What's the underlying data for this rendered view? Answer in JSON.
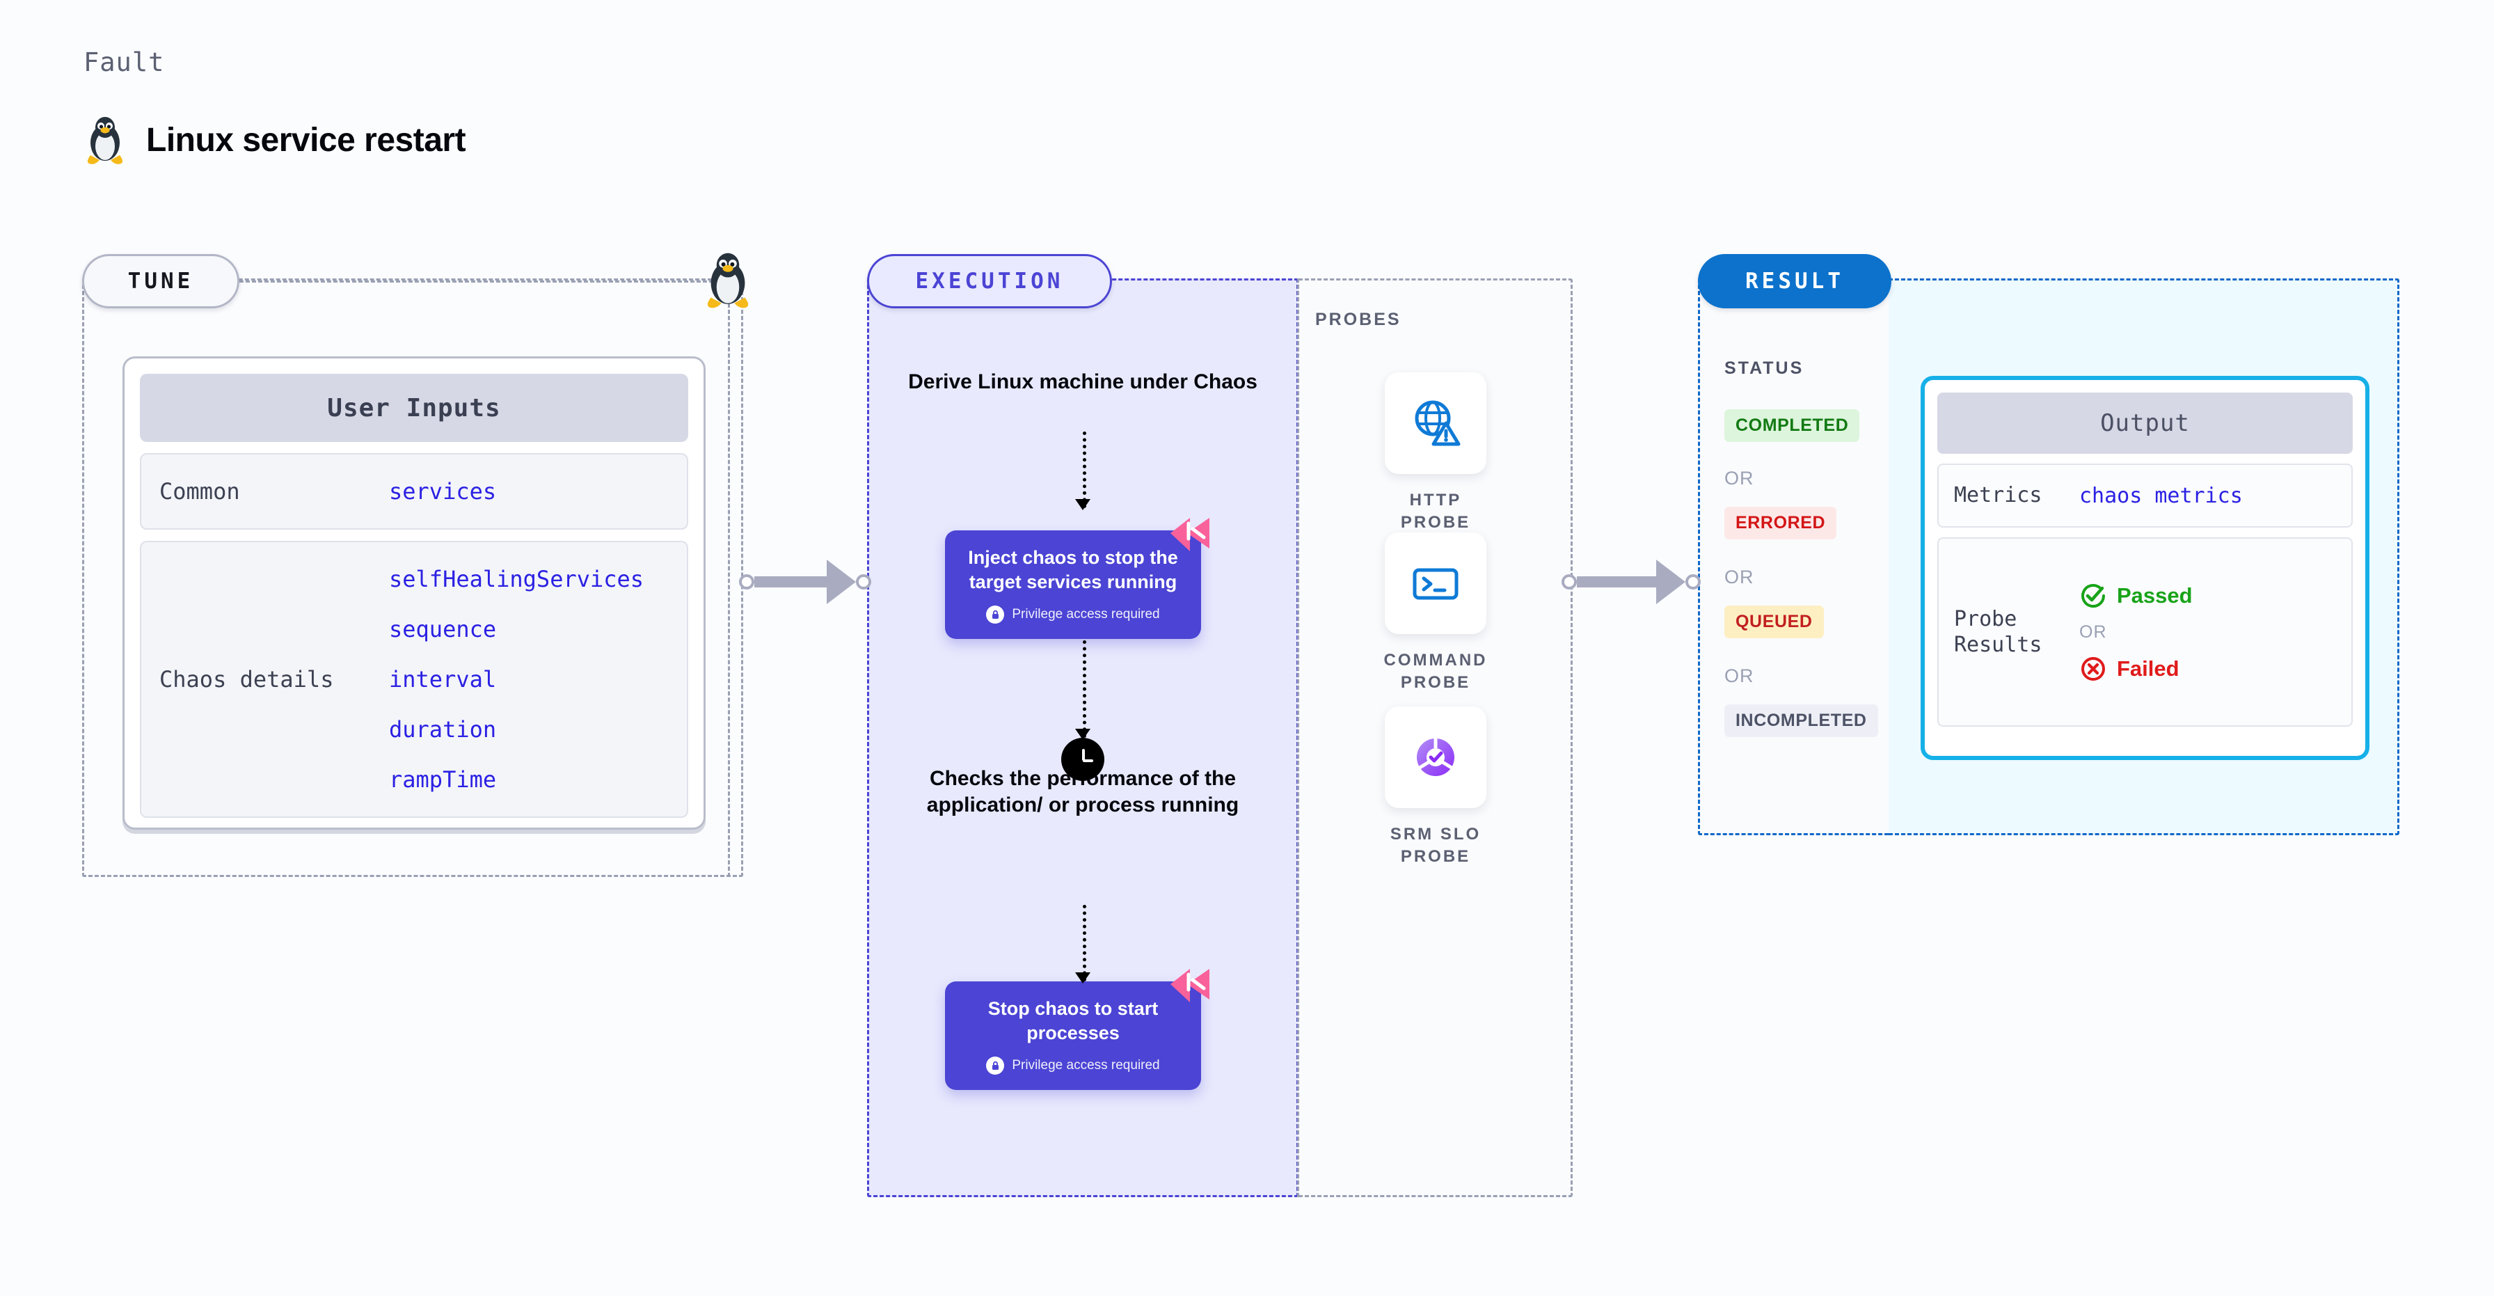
{
  "header": {
    "eyebrow": "Fault",
    "title": "Linux service restart",
    "icon": "linux-penguin-icon"
  },
  "stages": {
    "tune": {
      "pill_label": "TUNE"
    },
    "execution": {
      "pill_label": "EXECUTION"
    },
    "result": {
      "pill_label": "RESULT"
    }
  },
  "tune": {
    "card_title": "User Inputs",
    "sections": [
      {
        "label": "Common",
        "values": [
          "services"
        ]
      },
      {
        "label": "Chaos details",
        "values": [
          "selfHealingServices",
          "sequence",
          "interval",
          "duration",
          "rampTime"
        ]
      }
    ]
  },
  "execution": {
    "step_1_text": "Derive Linux machine under Chaos",
    "node_1": {
      "title": "Inject chaos to stop the target services running",
      "privilege": "Privilege access required"
    },
    "wait_text": "Checks the performance of the application/ or process running",
    "node_2": {
      "title": "Stop chaos to start processes",
      "privilege": "Privilege access required"
    }
  },
  "probes": {
    "label": "PROBES",
    "items": [
      {
        "caption": "HTTP PROBE",
        "icon": "globe-warning-icon"
      },
      {
        "caption": "COMMAND PROBE",
        "icon": "terminal-icon"
      },
      {
        "caption": "SRM SLO PROBE",
        "icon": "slo-donut-check-icon"
      }
    ]
  },
  "result": {
    "status_label": "STATUS",
    "or_label": "OR",
    "statuses": [
      {
        "label": "COMPLETED"
      },
      {
        "label": "ERRORED"
      },
      {
        "label": "QUEUED"
      },
      {
        "label": "INCOMPLETED"
      }
    ]
  },
  "output": {
    "title": "Output",
    "metrics_label": "Metrics",
    "metrics_value": "chaos metrics",
    "probe_results_label": "Probe Results",
    "passed_label": "Passed",
    "failed_label": "Failed",
    "or_label": "OR"
  },
  "colors": {
    "canvas": "#fbfcfe",
    "tune_border": "#9aa0b3",
    "execution_accent": "#4b44d4",
    "execution_bg": "#e8e9fd",
    "result_accent": "#0c72cc",
    "output_bg": "#edfaff",
    "output_border": "#16b0e8",
    "value_text": "#2b21e3",
    "status_completed": "#137a13",
    "status_errored": "#d31616",
    "status_queued": "#c21f1f",
    "status_incompleted": "#4d5266",
    "passed": "#18a318",
    "failed": "#e01b1b",
    "harness_pink": "#f9619a"
  }
}
